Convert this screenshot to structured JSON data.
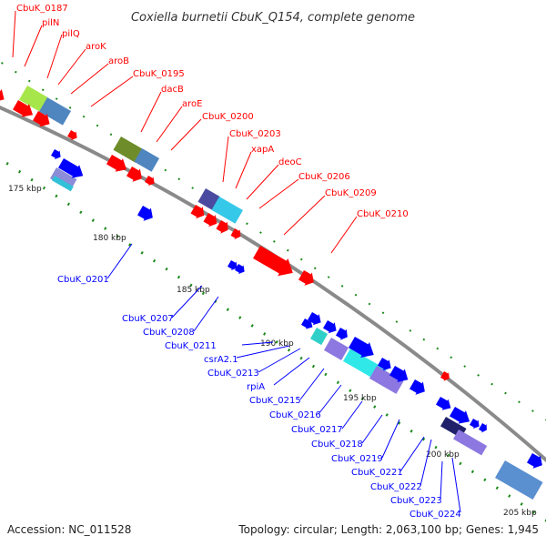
{
  "title": "Coxiella burnetii CbuK_Q154, complete genome",
  "accession": "Accession: NC_011528",
  "topology": "Topology: circular; Length: 2,063,100 bp; Genes: 1,945",
  "colors": {
    "forward": "#ff0000",
    "reverse": "#0000ff",
    "backbone": "#808080",
    "gc_dots": "#1a8a1a"
  },
  "ticks": [
    "175 kbp",
    "180 kbp",
    "185 kbp",
    "190 kbp",
    "195 kbp",
    "200 kbp",
    "205 kbp"
  ],
  "forward_genes": [
    "CbuK_0187",
    "pilN",
    "pilQ",
    "aroK",
    "aroB",
    "CbuK_0195",
    "dacB",
    "aroE",
    "CbuK_0200",
    "CbuK_0203",
    "xapA",
    "deoC",
    "CbuK_0206",
    "CbuK_0209",
    "CbuK_0210"
  ],
  "reverse_genes": [
    "CbuK_0201",
    "CbuK_0207",
    "CbuK_0208",
    "CbuK_0211",
    "csrA2.1",
    "CbuK_0213",
    "rpiA",
    "CbuK_0215",
    "CbuK_0216",
    "CbuK_0217",
    "CbuK_0218",
    "CbuK_0219",
    "CbuK_0221",
    "CbuK_0222",
    "CbuK_0223",
    "CbuK_0224"
  ]
}
